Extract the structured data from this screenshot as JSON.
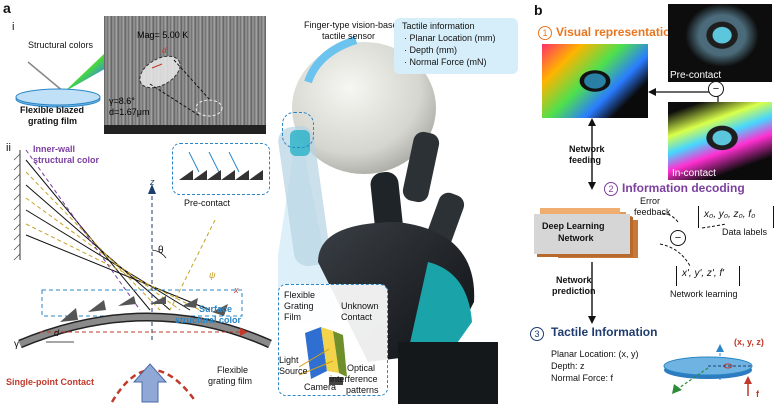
{
  "panel_a": {
    "label": "a",
    "sub_i": "i",
    "sub_ii": "ii",
    "structural_colors": "Structural colors",
    "film_label_line1": "Flexible blazed",
    "film_label_line2": "grating film",
    "sem_mag": "Mag= 5.00 K",
    "sem_gamma": "γ=8.6°",
    "sem_d": "d=1.67μm",
    "sem_d_short": "d",
    "inner_wall_line1": "Inner-wall",
    "inner_wall_line2": "structural color",
    "pre_contact": "Pre-contact",
    "surface_line1": "Surface",
    "surface_line2": "structural color",
    "single_point_contact": "Single-point Contact",
    "flexible_grating_film_line1": "Flexible",
    "flexible_grating_film_line2": "grating film",
    "axis_z": "z",
    "axis_x": "x",
    "theta": "θ",
    "gamma": "γ",
    "d": "d",
    "psi": "ψ",
    "sensor_line1": "Finger-type vision-based",
    "sensor_line2": "tactile sensor",
    "tactile_title": "Tactile information",
    "tactile_items": [
      "· Planar Location (mm)",
      "· Depth (mm)",
      "· Normal Force (mN)"
    ],
    "inset_film_line1": "Flexible",
    "inset_film_line2": "Grating",
    "inset_film_line3": "Film",
    "inset_unknown_line1": "Unknown",
    "inset_unknown_line2": "Contact",
    "inset_light_line1": "Light",
    "inset_light_line2": "Source",
    "inset_camera": "Camera",
    "inset_optical_line1": "Optical",
    "inset_optical_line2": "interference",
    "inset_optical_line3": "patterns"
  },
  "panel_b": {
    "label": "b",
    "step1_num": "1",
    "step1_title": "Visual representation",
    "pre_contact": "Pre-contact",
    "in_contact": "In-contact",
    "minus": "−",
    "network_feeding_line1": "Network",
    "network_feeding_line2": "feeding",
    "step2_num": "2",
    "step2_title": "Information decoding",
    "error_feedback_line1": "Error",
    "error_feedback_line2": "feedback",
    "dl_line1": "Deep Learning",
    "dl_line2": "Network",
    "data_labels_values": "x₀, y₀, z₀, f₀",
    "data_labels": "Data labels",
    "network_learning_values": "x', y', z', f'",
    "network_learning": "Network learning",
    "network_prediction_line1": "Network",
    "network_prediction_line2": "prediction",
    "step3_num": "3",
    "step3_title": "Tactile Information",
    "planar": "Planar Location: (x, y)",
    "depth": "Depth: z",
    "normal_force": "Normal Force: f",
    "xyz": "(x, y, z)",
    "f": "f"
  },
  "colors": {
    "orange": "#e87722",
    "purple": "#7b3fa0",
    "navy": "#1f3c6e",
    "blue": "#2a86c6",
    "red": "#c0392b",
    "teal": "#1aa3a8"
  }
}
